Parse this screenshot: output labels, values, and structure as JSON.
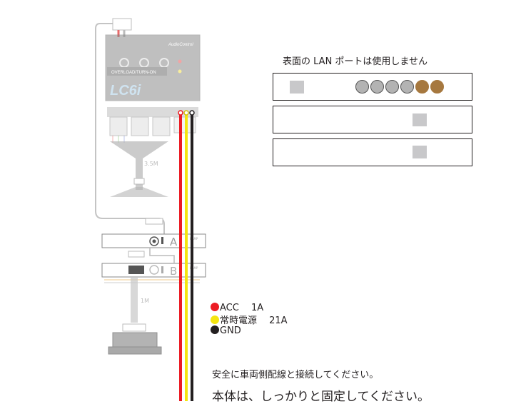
{
  "device": {
    "brand": "AudioControl",
    "model": "LC6i",
    "panel_text": "OVERLOAD/TURN-ON"
  },
  "cable_length_upper": "3.5M",
  "cable_length_lower": "1M",
  "switch_a_label": "A",
  "switch_b_label": "B",
  "lan_panel": {
    "caption": "表面の LAN ポートは使用しません",
    "ports": [
      {
        "color": "#b3b3b3",
        "kind": "gray"
      },
      {
        "color": "#b3b3b3",
        "kind": "gray"
      },
      {
        "color": "#b3b3b3",
        "kind": "gray"
      },
      {
        "color": "#b3b3b3",
        "kind": "gray"
      },
      {
        "color": "#a6783f",
        "kind": "brown"
      },
      {
        "color": "#a6783f",
        "kind": "brown"
      }
    ]
  },
  "legend": [
    {
      "color": "#ec1c24",
      "label": "ACC　 1A"
    },
    {
      "color": "#f5e50f",
      "label": "常時電源　 21A"
    },
    {
      "color": "#231f20",
      "label": "GND"
    }
  ],
  "notes": {
    "safety": "安全に車両側配線と接続してください。",
    "fix": "本体は、しっかりと固定してください。"
  }
}
